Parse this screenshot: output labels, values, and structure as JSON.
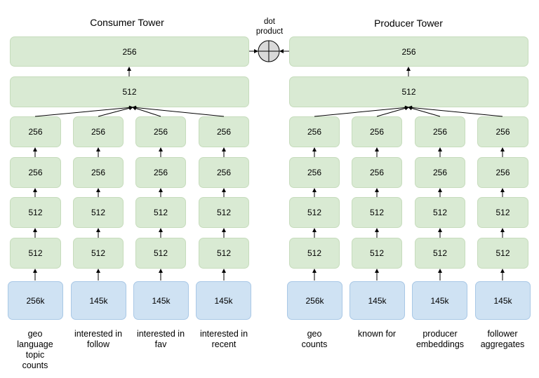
{
  "consumer": {
    "title": "Consumer Tower",
    "top": "256",
    "merge": "512",
    "branches": [
      {
        "layers": [
          "256",
          "256",
          "512",
          "512"
        ],
        "input": "256k",
        "label": [
          "geo",
          "language",
          "topic",
          "counts"
        ]
      },
      {
        "layers": [
          "256",
          "256",
          "512",
          "512"
        ],
        "input": "145k",
        "label": [
          "interested in",
          "follow"
        ]
      },
      {
        "layers": [
          "256",
          "256",
          "512",
          "512"
        ],
        "input": "145k",
        "label": [
          "interested in",
          "fav"
        ]
      },
      {
        "layers": [
          "256",
          "256",
          "512",
          "512"
        ],
        "input": "145k",
        "label": [
          "interested in",
          "recent"
        ]
      }
    ]
  },
  "producer": {
    "title": "Producer Tower",
    "top": "256",
    "merge": "512",
    "branches": [
      {
        "layers": [
          "256",
          "256",
          "512",
          "512"
        ],
        "input": "256k",
        "label": [
          "geo",
          "counts"
        ]
      },
      {
        "layers": [
          "256",
          "256",
          "512",
          "512"
        ],
        "input": "145k",
        "label": [
          "known for"
        ]
      },
      {
        "layers": [
          "256",
          "256",
          "512",
          "512"
        ],
        "input": "145k",
        "label": [
          "producer",
          "embeddings"
        ]
      },
      {
        "layers": [
          "256",
          "256",
          "512",
          "512"
        ],
        "input": "145k",
        "label": [
          "follower",
          "aggregates"
        ]
      }
    ]
  },
  "dot_product": {
    "label": [
      "dot",
      "product"
    ]
  },
  "colors": {
    "layer_fill": "#d9ead3",
    "input_fill": "#cfe2f3"
  }
}
